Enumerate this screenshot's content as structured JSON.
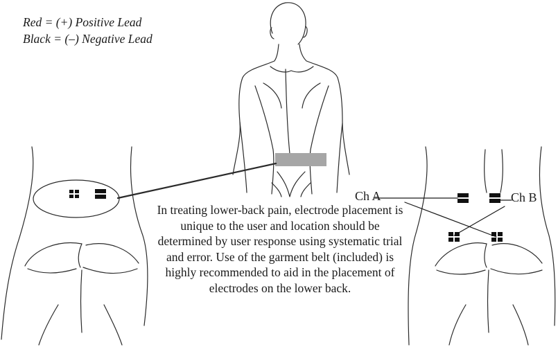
{
  "legend": {
    "red": "Red = (+) Positive Lead",
    "black": "Black = (–) Negative Lead"
  },
  "channels": {
    "a": "Ch A",
    "b": "Ch B"
  },
  "caption": "In treating lower-back pain, electrode placement is unique to the user and location should be determined by user response using systematic trial and error.  Use of the garment belt (included) is highly recommended to aid in the placement of electrodes on the lower back.",
  "colors": {
    "belt": "#a6a6a6",
    "electrode": "#111111",
    "outline": "#2a2a2a"
  }
}
